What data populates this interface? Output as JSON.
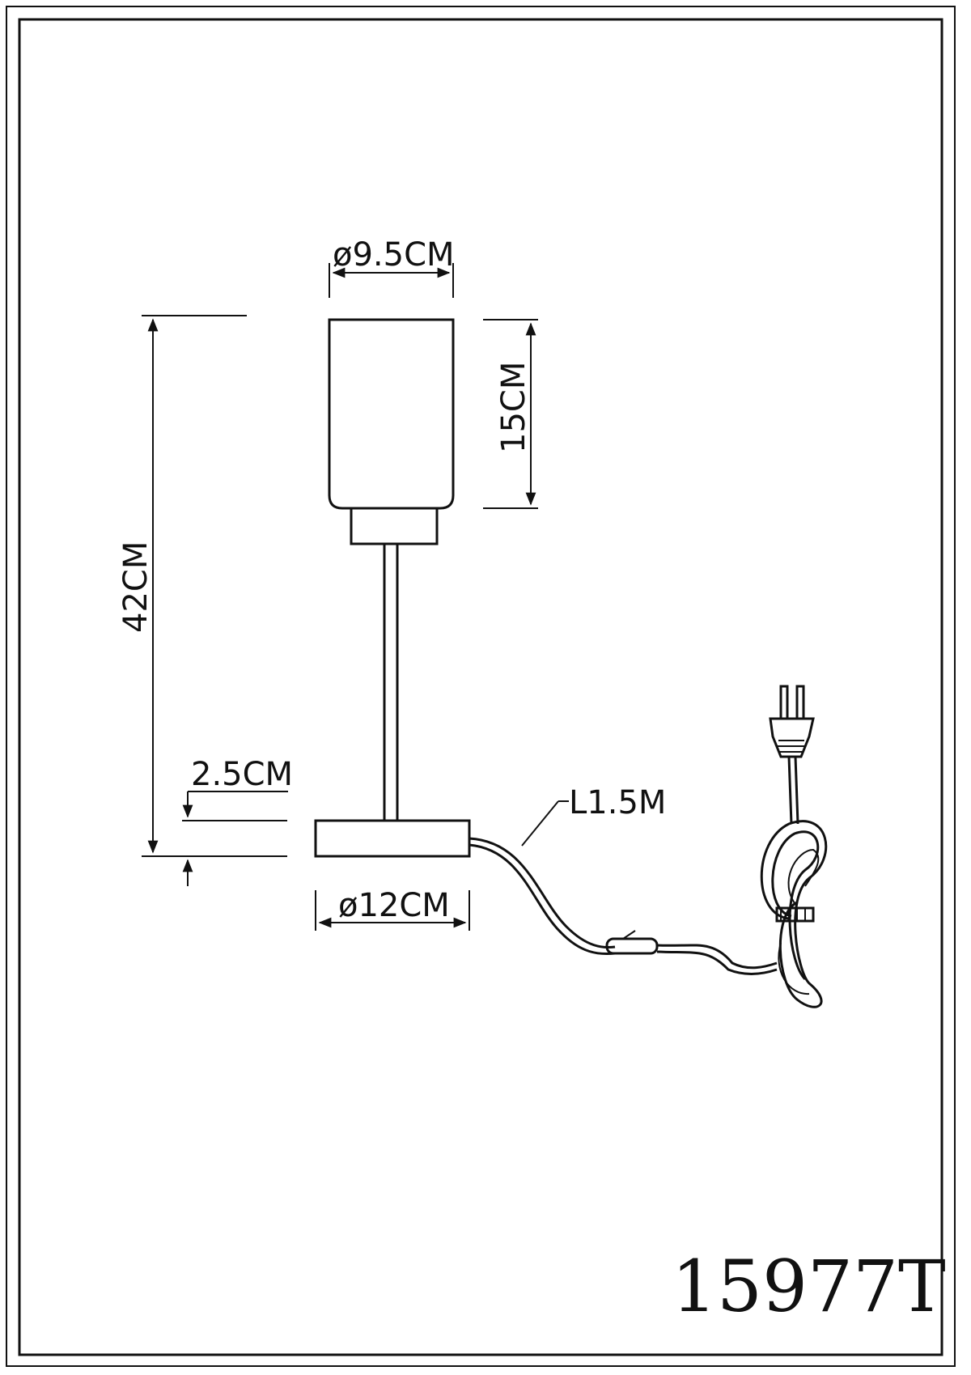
{
  "drawing": {
    "model": "15977T",
    "dimensions": {
      "shade_diameter": "ø9.5CM",
      "shade_height": "15CM",
      "total_height": "42CM",
      "base_height": "2.5CM",
      "base_diameter": "ø12CM",
      "cable_length": "L1.5M"
    }
  }
}
